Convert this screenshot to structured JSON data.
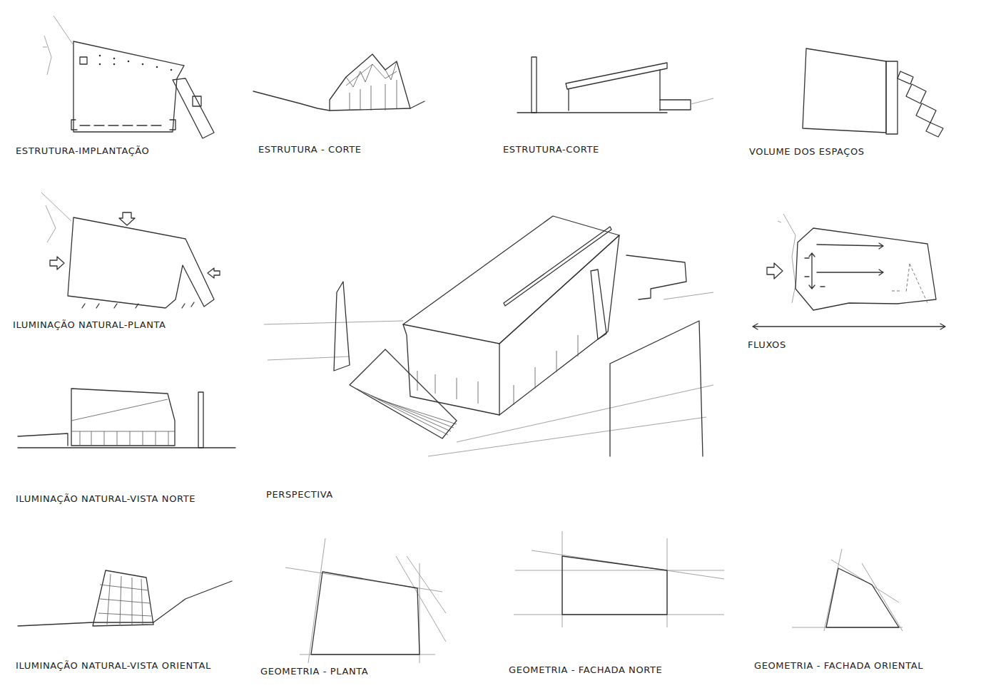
{
  "diagram": {
    "labels": [
      "ESTRUTURA-IMPLANTAÇÃO",
      "ESTRUTURA - CORTE",
      "ESTRUTURA-CORTE",
      "VOLUME DOS ESPAÇOS",
      "ILUMINAÇÃO NATURAL-PLANTA",
      "FLUXOS",
      "ILUMINAÇÃO NATURAL-VISTA NORTE",
      "PERSPECTIVA",
      "ILUMINAÇÃO NATURAL-VISTA ORIENTAL",
      "GEOMETRIA - PLANTA",
      "GEOMETRIA - FACHADA NORTE",
      "GEOMETRIA - FACHADA ORIENTAL"
    ]
  }
}
